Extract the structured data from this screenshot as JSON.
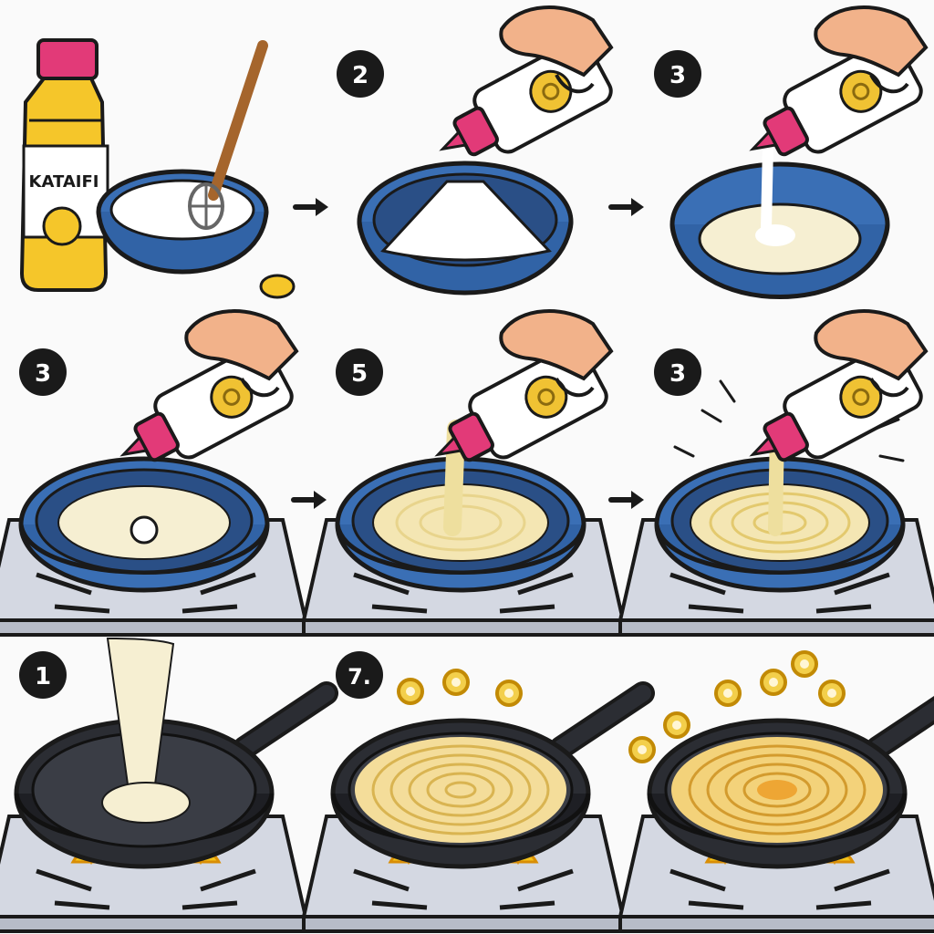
{
  "bottle": {
    "label": "KATAIFI"
  },
  "steps": [
    {
      "number": "2"
    },
    {
      "number": "3"
    },
    {
      "number": "3"
    },
    {
      "number": "5"
    },
    {
      "number": "3"
    },
    {
      "number": "1"
    },
    {
      "number": "7."
    }
  ],
  "colors": {
    "bowl": "#3a6fb5",
    "bowl_inner": "#5a8fd0",
    "batter": "#f6efd2",
    "pan": "#2b2d33",
    "flame": "#f4c21a",
    "squeeze_cap": "#e23a78",
    "oil": "#f5c62a",
    "skin": "#f2b28a",
    "stove": "#d4d8e2"
  },
  "icons": [
    "oil-bottle-icon",
    "whisk-icon",
    "mixing-bowl-icon",
    "squeeze-bottle-icon",
    "hand-icon",
    "frying-pan-icon",
    "gas-stove-icon",
    "arrow-icon",
    "flame-icon",
    "cooking-rings-icon"
  ]
}
